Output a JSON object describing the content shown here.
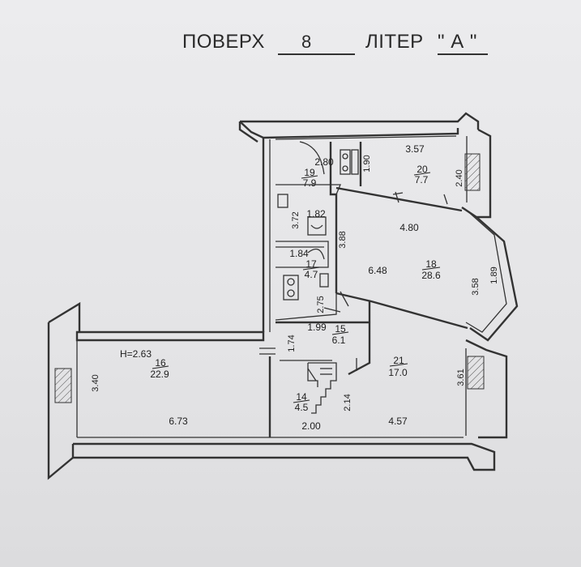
{
  "header": {
    "floor_label": "ПОВЕРХ",
    "floor_value": "8",
    "letter_label": "ЛІТЕР",
    "letter_value": "\" А \""
  },
  "plan": {
    "rooms": [
      {
        "id": "16",
        "area": "22.9"
      },
      {
        "id": "14",
        "area": "4.5"
      },
      {
        "id": "15",
        "area": "6.1"
      },
      {
        "id": "17",
        "area": "4.7"
      },
      {
        "id": "18",
        "area": "28.6"
      },
      {
        "id": "19",
        "area": "7.9"
      },
      {
        "id": "20",
        "area": "7.7"
      },
      {
        "id": "21",
        "area": "17.0"
      }
    ],
    "ceiling_height": "H=2.63",
    "dimensions": {
      "r19_width": "2.80",
      "r19_depth": "1.90",
      "r20_width": "3.57",
      "r20_depth": "2.40",
      "bath_height": "3.72",
      "bath_width": "1.82",
      "wc_width": "1.84",
      "hall_height": "3.88",
      "r18_top": "4.80",
      "r18_width": "6.48",
      "bay_a": "3.58",
      "bay_b": "1.89",
      "corr_height": "2.75",
      "corr_width": "1.99",
      "r15_height": "1.74",
      "r16_height": "3.40",
      "r16_width": "6.73",
      "r14_width": "2.00",
      "r14_height": "2.14",
      "r21_width": "4.57",
      "r21_height": "3.61"
    }
  }
}
